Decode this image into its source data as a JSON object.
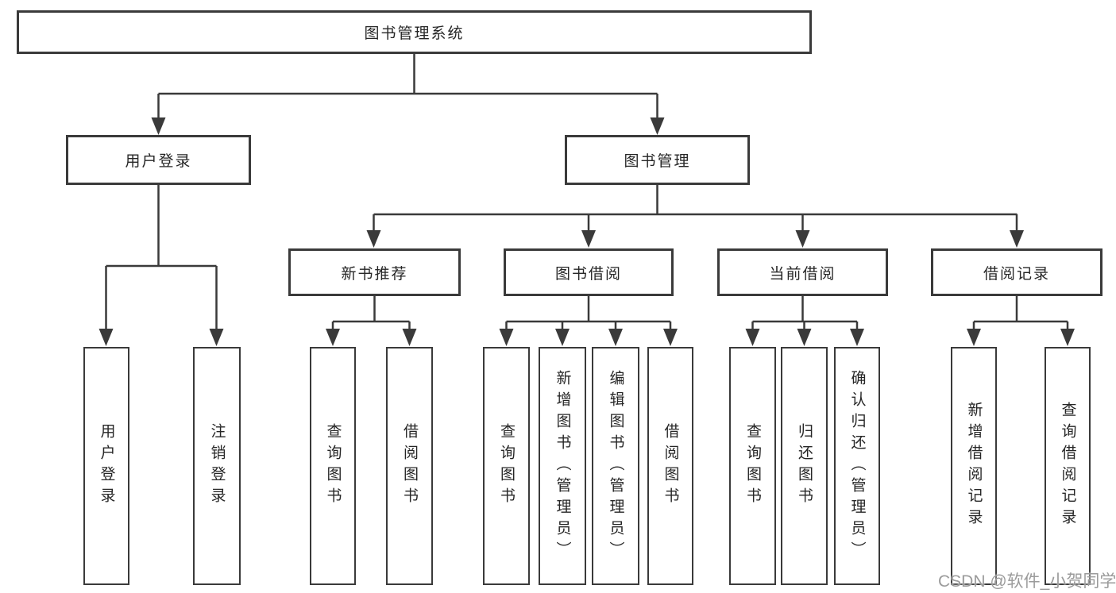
{
  "diagram": {
    "root": {
      "label": "图书管理系统",
      "children": [
        {
          "label": "用户登录",
          "children": [
            {
              "label": "用户登录"
            },
            {
              "label": "注销登录"
            }
          ]
        },
        {
          "label": "图书管理",
          "children": [
            {
              "label": "新书推荐",
              "children": [
                {
                  "label": "查询图书"
                },
                {
                  "label": "借阅图书"
                }
              ]
            },
            {
              "label": "图书借阅",
              "children": [
                {
                  "label": "查询图书"
                },
                {
                  "label": "新增图书（管理员）"
                },
                {
                  "label": "编辑图书（管理员）"
                },
                {
                  "label": "借阅图书"
                }
              ]
            },
            {
              "label": "当前借阅",
              "children": [
                {
                  "label": "查询图书"
                },
                {
                  "label": "归还图书"
                },
                {
                  "label": "确认归还（管理员）"
                }
              ]
            },
            {
              "label": "借阅记录",
              "children": [
                {
                  "label": "新增借阅记录"
                },
                {
                  "label": "查询借阅记录"
                }
              ]
            }
          ]
        }
      ]
    }
  },
  "watermark": {
    "text": "CSDN @软件_小贺同学"
  },
  "colors": {
    "line": "#3a3a3a",
    "text": "#262626",
    "watermark": "#9b9b9b",
    "background": "#ffffff"
  }
}
